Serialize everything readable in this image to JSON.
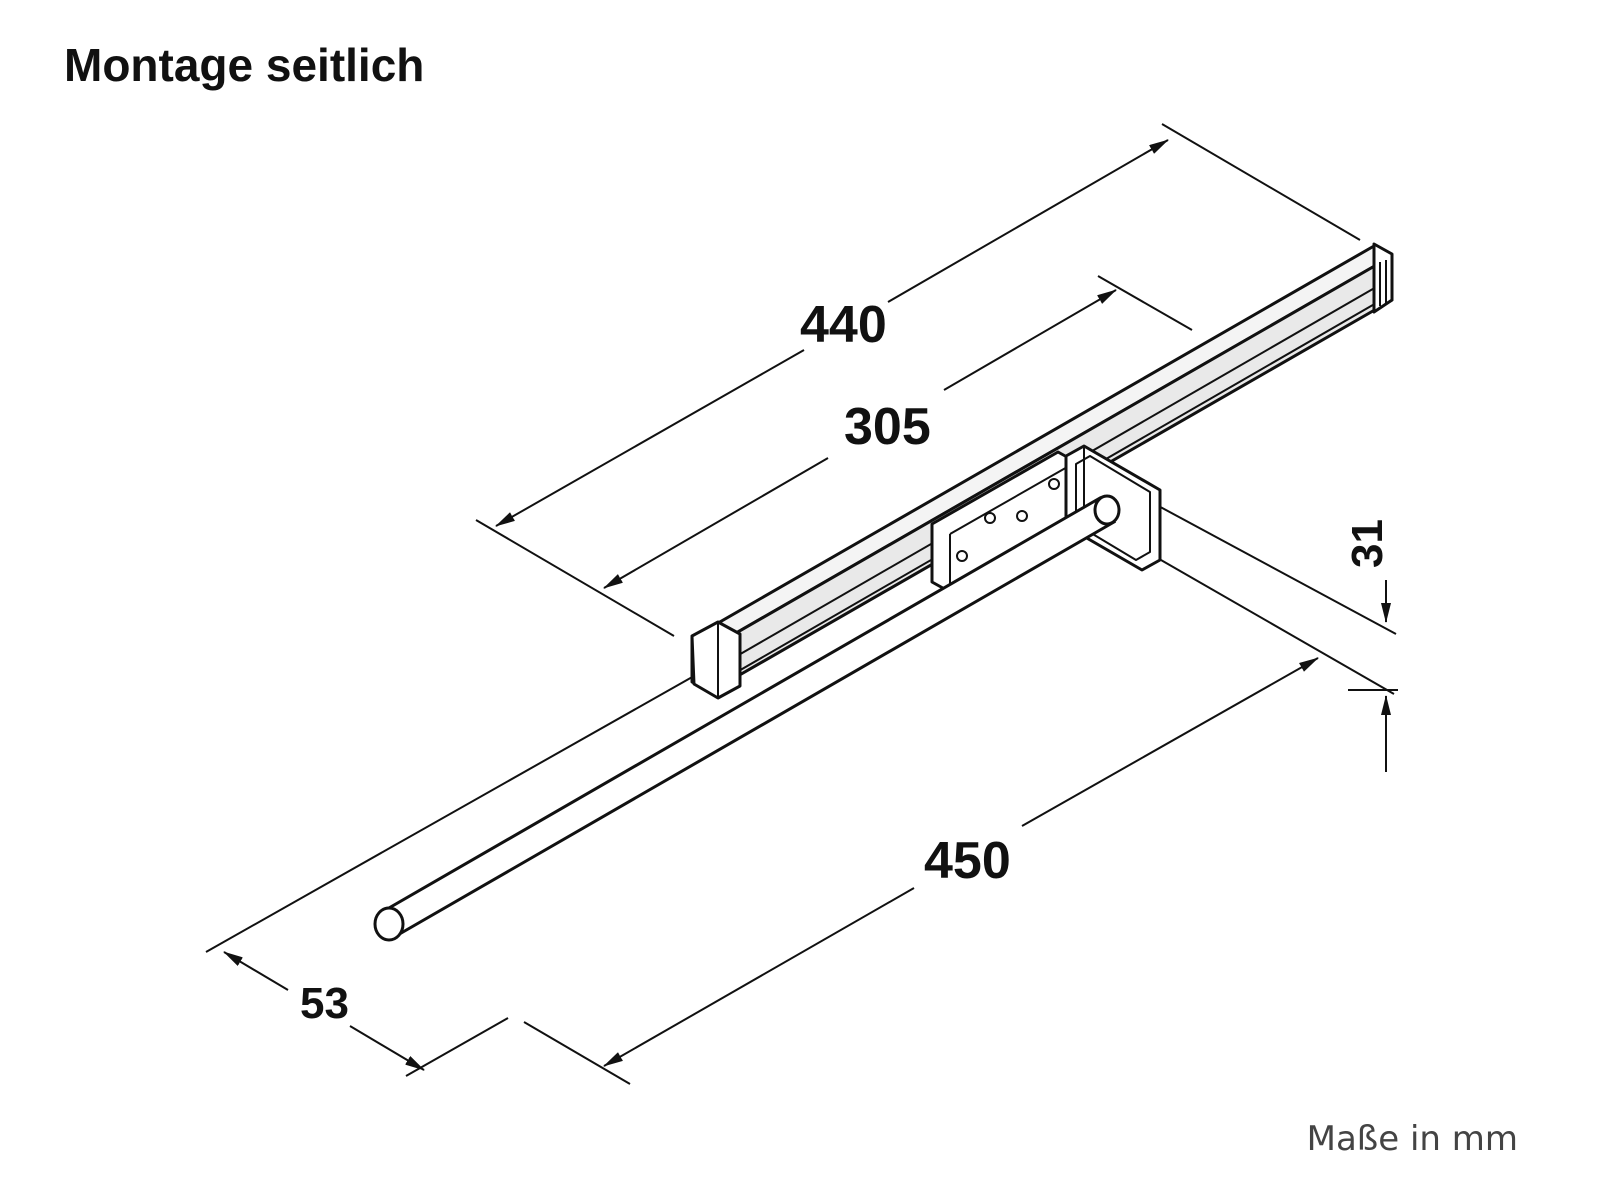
{
  "title": "Montage seitlich",
  "units_note": "Maße in mm",
  "dimensions": {
    "overall_length": "440",
    "inner_length": "305",
    "rod_length": "450",
    "rod_offset": "53",
    "height": "31"
  },
  "colors": {
    "line": "#111111",
    "rail_fill": "#e9e9e9",
    "background": "#ffffff"
  }
}
